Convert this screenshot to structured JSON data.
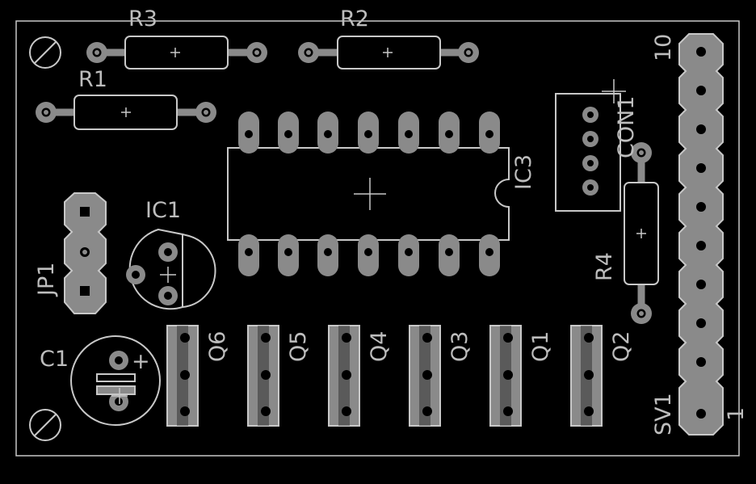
{
  "board": {
    "colors": {
      "background": "#000000",
      "outline": "#c8c8c8",
      "pad": "#8a8a8a",
      "silk": "#bdbdbd"
    },
    "labels": {
      "r3": "R3",
      "r2": "R2",
      "r1": "R1",
      "r4": "R4",
      "ic1": "IC1",
      "ic3": "IC3",
      "jp1": "JP1",
      "c1": "C1",
      "con1": "CON1",
      "sv1": "SV1",
      "q1": "Q1",
      "q2": "Q2",
      "q3": "Q3",
      "q4": "Q4",
      "q5": "Q5",
      "q6": "Q6",
      "pin_10": "10",
      "pin_1": "1",
      "c1_plus": "+"
    }
  }
}
